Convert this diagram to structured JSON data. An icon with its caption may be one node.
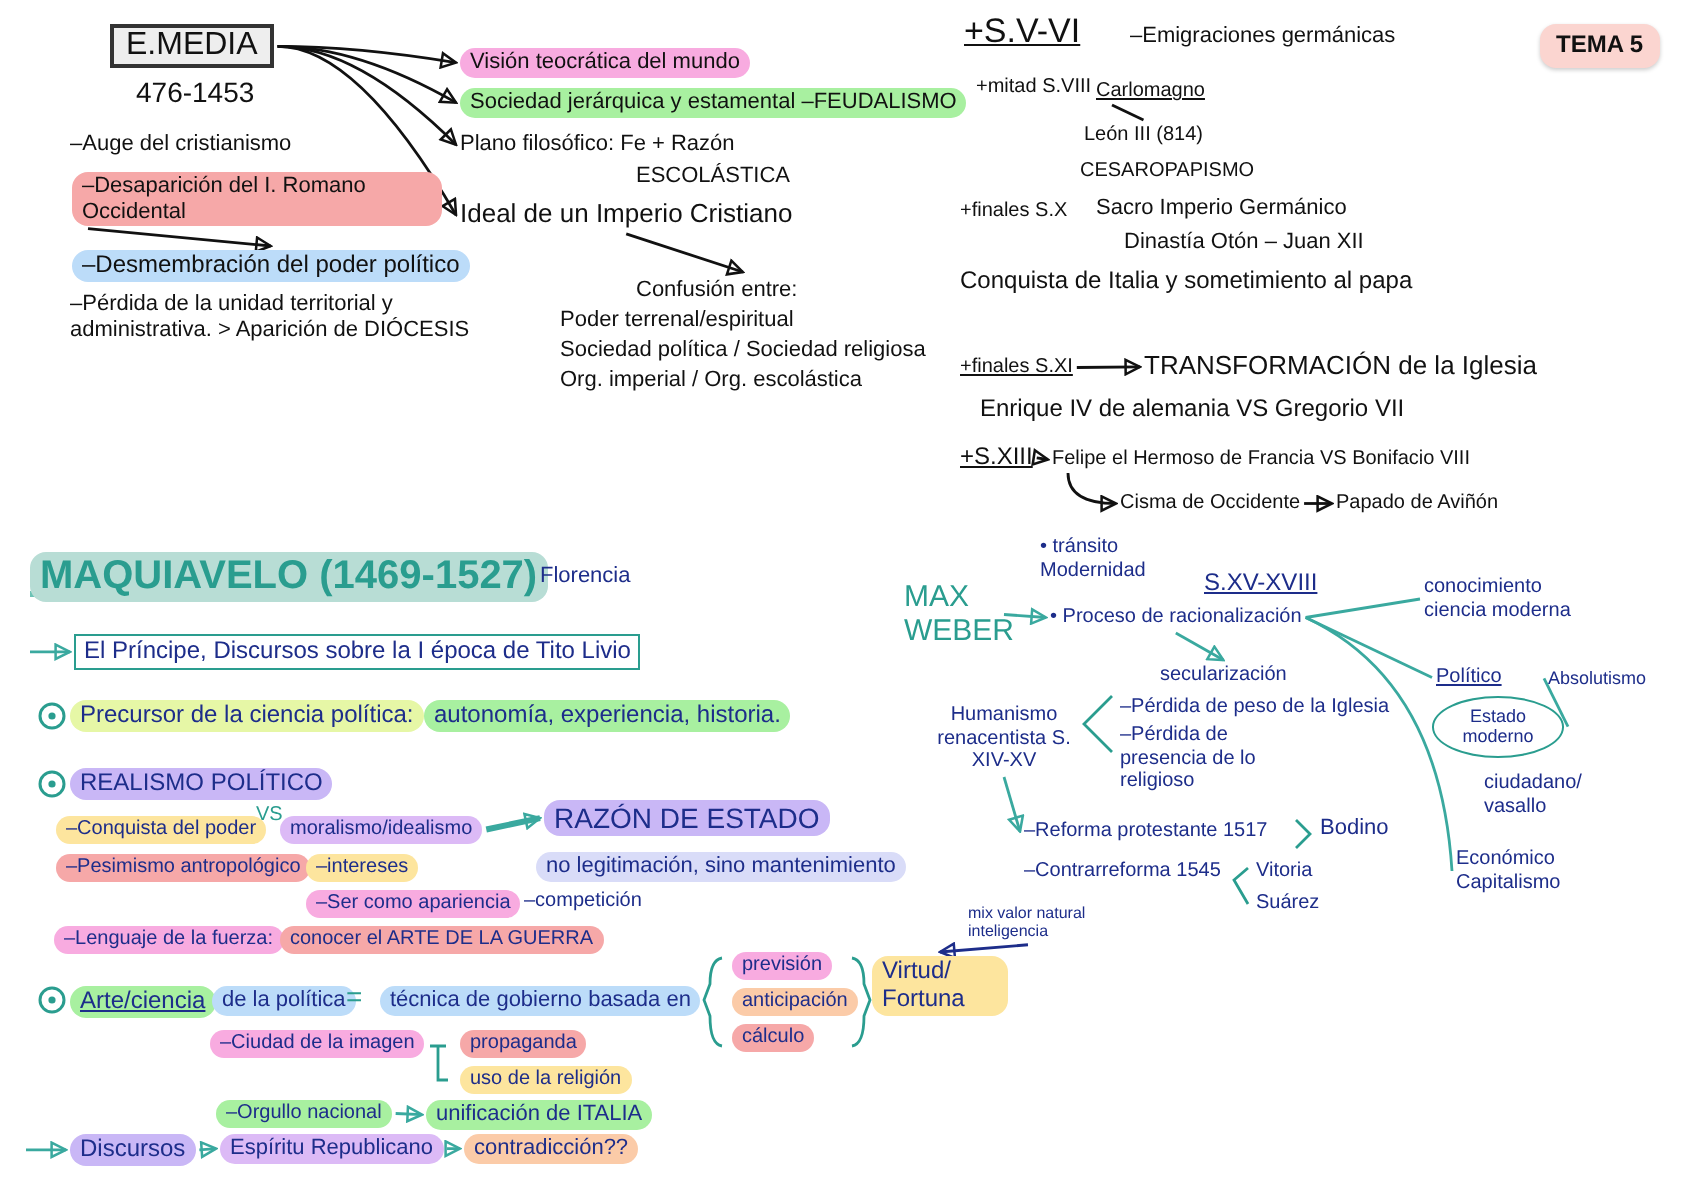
{
  "diagram": {
    "nodes": [
      {
        "text": [
          "E.MEDIA"
        ],
        "beside": [
          "476-1453"
        ]
      },
      {
        "text": [
          "Visión teocrática del mundo"
        ]
      },
      {
        "text": [
          "Sociedad jerárquica y estamental –FEUDALISMO"
        ]
      },
      {
        "text": [
          "Plano filosófico: Fe + Razón"
        ],
        "beside": [
          "ESCOLÁSTICA"
        ]
      },
      {
        "text": [
          "Ideal de un Imperio Cristiano"
        ]
      },
      {
        "text": [
          "Confusión entre:",
          "Poder terrenal/espiritual",
          "Sociedad política / Sociedad religiosa",
          "Org. imperial / Org. escolástica"
        ]
      },
      {
        "text": [
          "–Desaparición del I. Romano Occidental"
        ]
      },
      {
        "text": [
          "–Desmembración del poder político"
        ]
      },
      {
        "text": [
          "TEMA 5"
        ]
      },
      {
        "text": [
          "Carlomagno"
        ]
      },
      {
        "text": [
          "León III (814)"
        ]
      },
      {
        "text": [
          "+finales S.XI"
        ]
      },
      {
        "text": [
          "TRANSFORMACIÓN de la Iglesia"
        ]
      },
      {
        "text": [
          "+S.XIII"
        ]
      },
      {
        "text": [
          "Felipe el Hermoso de Francia VS Bonifacio VIII"
        ]
      },
      {
        "text": [
          "Cisma de Occidente"
        ]
      },
      {
        "text": [
          "Papado de Aviñón"
        ]
      },
      {
        "text": [
          "MAQUIAVELO (1469-1527)"
        ],
        "beside": [
          "Florencia"
        ]
      },
      {
        "text": [
          "El Príncipe, Discursos sobre la I época de Tito Livio"
        ]
      },
      {
        "text": [
          "Precursor de la ciencia política:"
        ]
      },
      {
        "text": [
          "autonomía, experiencia, historia."
        ]
      },
      {
        "text": [
          "REALISMO POLÍTICO"
        ]
      },
      {
        "text": [
          "–Conquista del poder"
        ]
      },
      {
        "text": [
          "moralismo/idealismo"
        ]
      },
      {
        "text": [
          "RAZÓN DE ESTADO"
        ]
      },
      {
        "text": [
          "no legitimación, sino mantenimiento"
        ]
      },
      {
        "text": [
          "–Pesimismo antropológico"
        ]
      },
      {
        "text": [
          "–intereses"
        ]
      },
      {
        "text": [
          "–Ser como apariencia"
        ]
      },
      {
        "text": [
          "–Lenguaje de la fuerza:"
        ]
      },
      {
        "text": [
          "conocer el ARTE DE LA GUERRA"
        ]
      },
      {
        "text": [
          "Arte/ciencia"
        ]
      },
      {
        "text": [
          "de la política"
        ]
      },
      {
        "text": [
          "técnica de gobierno basada en"
        ]
      },
      {
        "text": [
          "previsión"
        ]
      },
      {
        "text": [
          "anticipación"
        ]
      },
      {
        "text": [
          "cálculo"
        ]
      },
      {
        "text": [
          "Virtud/ Fortuna"
        ]
      },
      {
        "text": [
          "mix valor natural inteligencia"
        ]
      },
      {
        "text": [
          "–Ciudad de la imagen"
        ]
      },
      {
        "text": [
          "propaganda"
        ]
      },
      {
        "text": [
          "uso de la religión"
        ]
      },
      {
        "text": [
          "–Orgullo nacional"
        ]
      },
      {
        "text": [
          "unificación de ITALIA"
        ]
      },
      {
        "text": [
          "Discursos"
        ]
      },
      {
        "text": [
          "Espíritu Republicano"
        ]
      },
      {
        "text": [
          "contradicción??"
        ]
      },
      {
        "text": [
          "MAX WEBER"
        ]
      },
      {
        "text": [
          "• Proceso de racionalización"
        ]
      },
      {
        "text": [
          "secularización"
        ]
      },
      {
        "text": [
          "Humanismo renacentista S. XIV-XV"
        ]
      },
      {
        "text": [
          "–Reforma protestante 1517"
        ]
      },
      {
        "text": [
          "–Contrarreforma 1545"
        ]
      },
      {
        "text": [
          "conocimiento ciencia moderna"
        ]
      },
      {
        "text": [
          "Político"
        ]
      },
      {
        "text": [
          "Estado moderno"
        ]
      },
      {
        "text": [
          "Absolutismo"
        ]
      },
      {
        "text": [
          "Económico Capitalismo"
        ]
      }
    ],
    "edges": [
      {
        "from": 0,
        "to": 1,
        "arrow": "to",
        "color": "#111111"
      },
      {
        "from": 0,
        "to": 2,
        "arrow": "to",
        "color": "#111111"
      },
      {
        "from": 0,
        "to": 3,
        "arrow": "to",
        "color": "#111111"
      },
      {
        "from": 0,
        "to": 4,
        "arrow": "to",
        "color": "#111111"
      },
      {
        "from": 4,
        "to": 5,
        "arrow": "to",
        "color": "#111111"
      },
      {
        "from": 6,
        "to": 7,
        "arrow": "to",
        "color": "#111111"
      },
      {
        "from": 9,
        "to": 10,
        "arrow": "none",
        "color": "#111111"
      },
      {
        "from": 11,
        "to": 12,
        "arrow": "to",
        "color": "#111111"
      },
      {
        "from": 13,
        "to": 14,
        "arrow": "to",
        "color": "#111111"
      },
      {
        "from": 14,
        "to": 15,
        "arrow": "to",
        "color": "#111111"
      },
      {
        "from": 15,
        "to": 16,
        "arrow": "to",
        "color": "#111111"
      },
      {
        "from": null,
        "to": 18,
        "arrow": "to"
      },
      {
        "from": 23,
        "to": 24,
        "arrow": "to",
        "style": "thick"
      },
      {
        "from": 38,
        "to": 37,
        "arrow": "to",
        "color": "#1d2d8a"
      },
      {
        "from": 42,
        "to": 43,
        "arrow": "to"
      },
      {
        "from": null,
        "to": 44,
        "arrow": "to"
      },
      {
        "from": 44,
        "to": 45,
        "arrow": "to"
      },
      {
        "from": 45,
        "to": 46,
        "arrow": "to"
      },
      {
        "from": 47,
        "to": 48,
        "arrow": "to"
      },
      {
        "from": 48,
        "to": 49,
        "arrow": "to"
      },
      {
        "from": 50,
        "to": 51,
        "arrow": "to"
      },
      {
        "from": 48,
        "to": 53,
        "arrow": "none"
      },
      {
        "from": 48,
        "to": 54,
        "arrow": "none"
      },
      {
        "from": 48,
        "to": 57,
        "arrow": "none"
      },
      {
        "from": 55,
        "to": 56,
        "arrow": "none"
      }
    ],
    "labels": [
      "–Auge del cristianismo",
      "–Pérdida de la unidad territorial y administrativa. > Aparición de DIÓCESIS",
      "+S.V-VI",
      "–Emigraciones germánicas",
      "+mitad S.VIII",
      "CESAROPAPISMO",
      "+finales S.X",
      "Sacro Imperio Germánico",
      "Dinastía Otón – Juan XII",
      "Conquista de Italia y sometimiento al papa",
      "Enrique IV de alemania VS Gregorio VII",
      "VS",
      "–competición",
      "=",
      "• tránsito Modernidad",
      "S.XV-XVIII",
      "–Pérdida de peso de la Iglesia",
      "–Pérdida de presencia de lo religioso",
      "Bodino",
      "Vitoria",
      "Suárez",
      "ciudadano/ vasallo"
    ]
  }
}
